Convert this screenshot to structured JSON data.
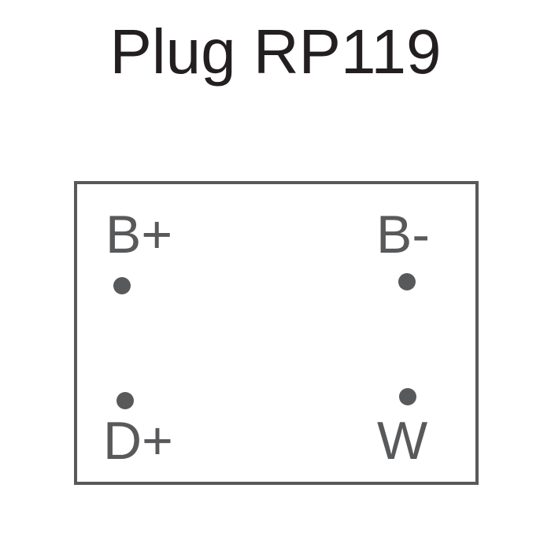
{
  "title": "Plug RP119",
  "plug": {
    "pins": [
      {
        "label": "B+",
        "position": "top-left"
      },
      {
        "label": "B-",
        "position": "top-right"
      },
      {
        "label": "D+",
        "position": "bottom-left"
      },
      {
        "label": "W",
        "position": "bottom-right"
      }
    ]
  },
  "colors": {
    "title_text": "#231f20",
    "pin_text": "#58595b",
    "pin_dot": "#58595b",
    "box_border": "#58595b",
    "background": "#ffffff"
  }
}
